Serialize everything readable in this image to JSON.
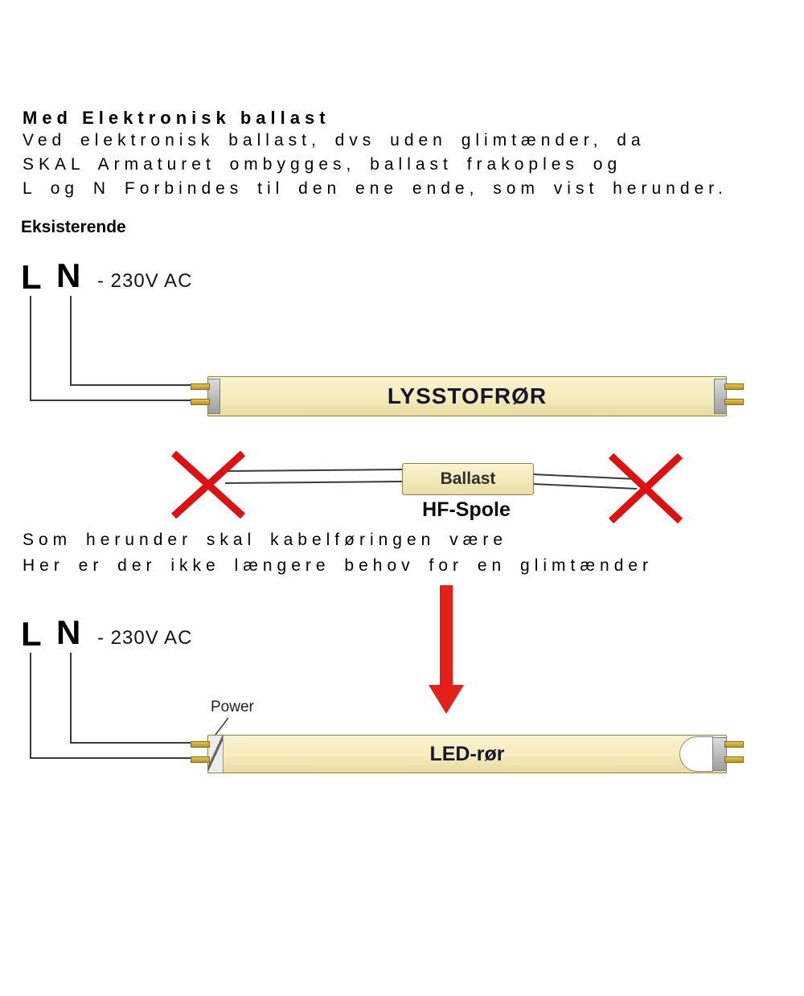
{
  "header": {
    "title": "Med Elektronisk ballast",
    "lines": [
      "Ved elektronisk ballast, dvs uden glimtænder, da",
      "SKAL Armaturet ombygges, ballast frakoples og",
      "L og N Forbindes til den ene ende, som vist herunder."
    ]
  },
  "sections": {
    "existing": "Eksisterende"
  },
  "diagram1": {
    "phase": "L",
    "neutral": "N",
    "voltage": "- 230V AC",
    "tube_label": "LYSSTOFRØR"
  },
  "ballast": {
    "box_label": "Ballast",
    "caption": "HF-Spole"
  },
  "notes": {
    "line1": "Som herunder skal kabelføringen være",
    "line2": "Her er der ikke længere behov for en glimtænder"
  },
  "diagram2": {
    "phase": "L",
    "neutral": "N",
    "voltage": "- 230V AC",
    "power_label": "Power",
    "tube_label": "LED-rør"
  },
  "icons": {
    "cross": "red-x-disconnect",
    "arrow": "red-down-arrow"
  },
  "colors": {
    "tube_fill": "#f5ebbb",
    "tube_border": "#8f8048",
    "cross_red": "#dd1111",
    "arrow_red": "#e32119",
    "pin_gold": "#c9a227",
    "cap_gray": "#a9a9a9",
    "wire": "#3a3a3a"
  }
}
